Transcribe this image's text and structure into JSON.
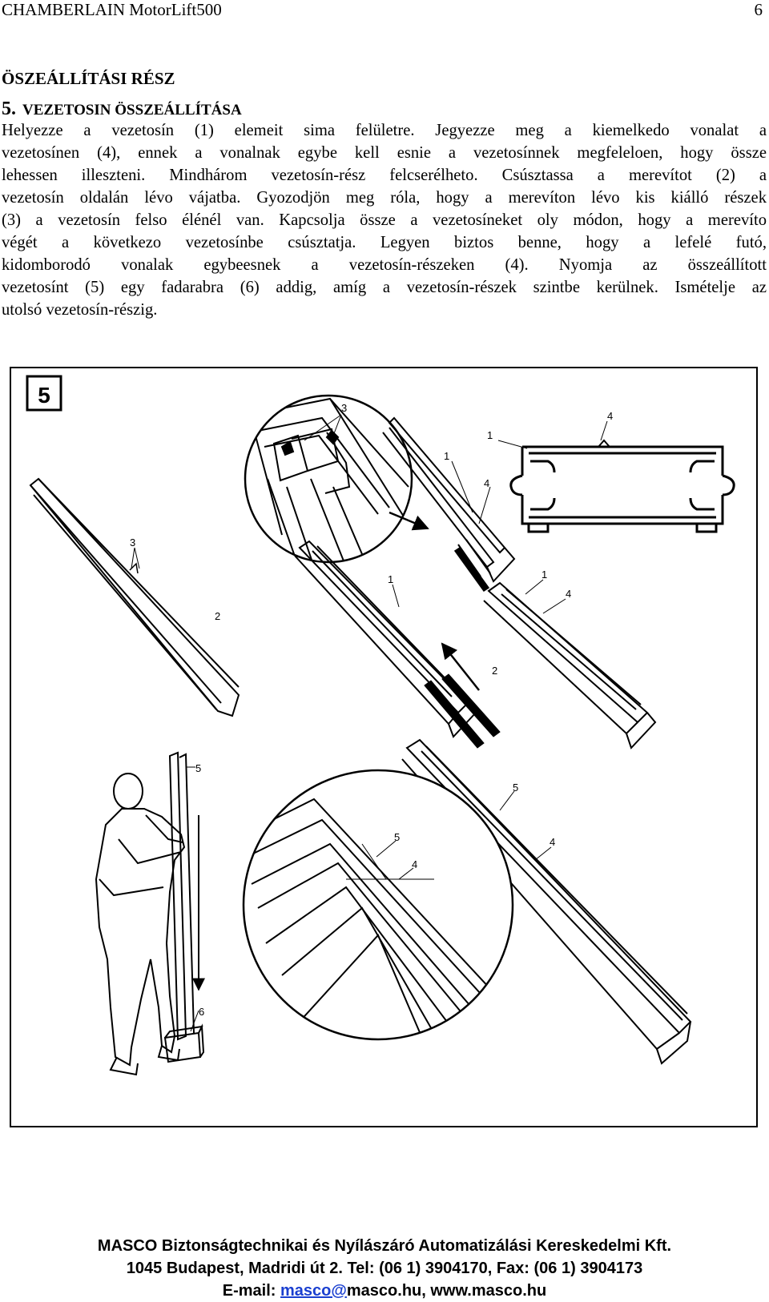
{
  "header": {
    "title": "CHAMBERLAIN MotorLift500",
    "page": "6"
  },
  "section_title": "ÖSZEÁLLÍTÁSI RÉSZ",
  "subsection": {
    "number": "5.",
    "title": "VEZETOSIN ÖSSZEÁLLÍTÁSA"
  },
  "body_lines": [
    "Helyezze a vezetosín (1) elemeit sima felületre. Jegyezze meg a kiemelkedo vonalat a",
    "vezetosínen (4), ennek a vonalnak egybe kell esnie a vezetosínnek megfeleloen, hogy össze",
    "lehessen illeszteni. Mindhárom vezetosín-rész felcserélheto. Csúsztassa a merevítot (2) a",
    "vezetosín oldalán lévo vájatba. Gyozodjön meg róla, hogy a merevíton lévo kis kiálló részek",
    "(3) a vezetosín felso élénél van. Kapcsolja össze a vezetosíneket oly módon, hogy a merevíto",
    "végét a következo vezetosínbe csúsztatja. Legyen biztos benne, hogy a lefelé futó,",
    "kidomborodó vonalak egybeesnek a vezetosín-részeken (4). Nyomja az összeállított",
    "vezetosínt (5) egy fadarabra (6) addig, amíg a vezetosín-részek szintbe kerülnek. Ismételje az",
    "utolsó vezetosín-részig."
  ],
  "figure": {
    "number": "5",
    "callouts": {
      "zoom_3": "3",
      "profile_4": "4",
      "profile_1": "1",
      "rail_1": "1",
      "rail_4": "4",
      "stiffener_3": "3",
      "stiffener_2": "2",
      "left_rail_1": "1",
      "right_rail_1": "1",
      "right_rail_4": "4",
      "stiff2_label": "2",
      "man_5": "5",
      "man_6": "6",
      "long_5": "5",
      "long_4": "4",
      "zoom2_5": "5",
      "zoom2_4": "4"
    }
  },
  "footer": {
    "line1": "MASCO Biztonságtechnikai és Nyílászáró Automatizálási Kereskedelmi Kft.",
    "line2": "1045 Budapest, Madridi út 2. Tel: (06 1) 3904170, Fax: (06 1) 3904173",
    "email_label": "E-mail: ",
    "email_link": "masco@",
    "email_rest": "masco.hu, www.masco.hu"
  }
}
